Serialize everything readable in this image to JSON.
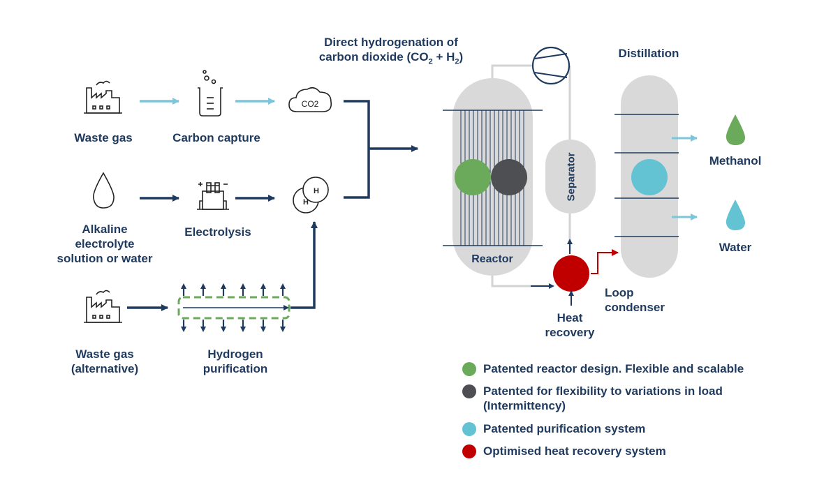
{
  "labels": {
    "waste_gas": "Waste gas",
    "carbon_capture": "Carbon capture",
    "alkaline_1": "Alkaline",
    "alkaline_2": "electrolyte",
    "alkaline_3": "solution or water",
    "electrolysis": "Electrolysis",
    "waste_gas_alt_1": "Waste gas",
    "waste_gas_alt_2": "(alternative)",
    "hydrogen_purif_1": "Hydrogen",
    "hydrogen_purif_2": "purification",
    "direct_1": "Direct hydrogenation of",
    "direct_2_pre": "carbon dioxide (CO",
    "direct_2_sub1": "2",
    "direct_2_mid": " + H",
    "direct_2_sub2": "2",
    "direct_2_post": ")",
    "reactor": "Reactor",
    "separator": "Separator",
    "distillation": "Distillation",
    "methanol": "Methanol",
    "water": "Water",
    "heat_recovery_1": "Heat",
    "heat_recovery_2": "recovery",
    "loop_condenser_1": "Loop",
    "loop_condenser_2": "condenser",
    "co2_icon_text": "CO2",
    "h_letter": "H"
  },
  "legend": [
    {
      "label": "Patented reactor design. Flexible and scalable",
      "color": "#6aaa5a"
    },
    {
      "label": "Patented for flexibility to variations in load",
      "label2": "(Intermittency)",
      "color": "#4d4f53"
    },
    {
      "label": "Patented purification system",
      "color": "#63c3d3"
    },
    {
      "label": "Optimised heat recovery system",
      "color": "#c00000"
    }
  ],
  "colors": {
    "navy": "#1f3a5f",
    "light_arrow": "#7cc6dc",
    "vessel": "#d9d9d9",
    "green": "#6aaa5a",
    "dark_grey": "#4d4f53",
    "cyan": "#63c3d3",
    "red": "#c00000"
  },
  "icons": [
    "factory-icon",
    "beaker-icon",
    "co2-cloud-icon",
    "droplet-icon",
    "electrolyzer-icon",
    "hydrogen-molecule-icon",
    "compressor-icon"
  ]
}
